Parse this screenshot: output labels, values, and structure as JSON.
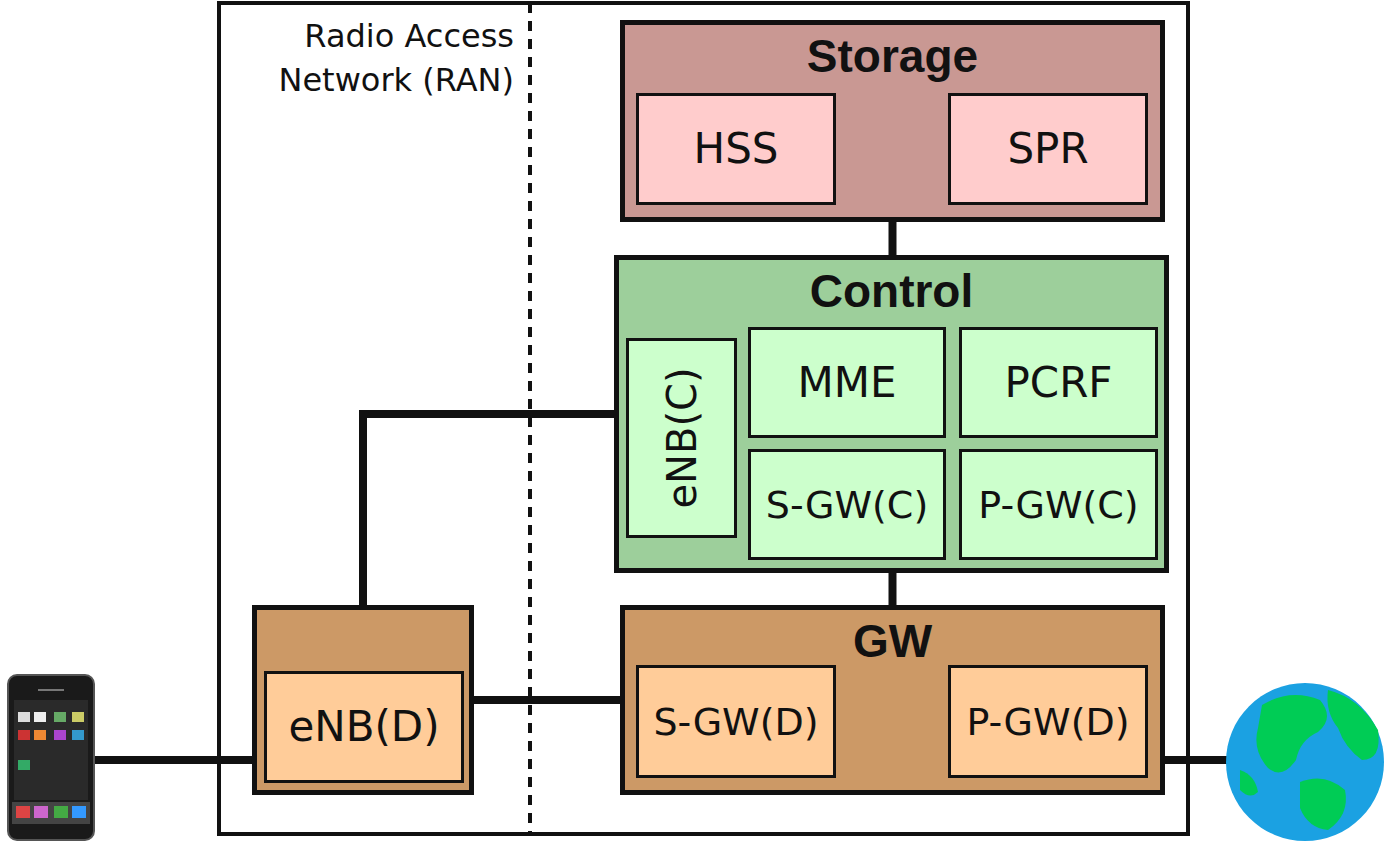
{
  "diagram": {
    "nodes": [
      {
        "text": [
          "Storage"
        ]
      },
      {
        "text": [
          "HSS"
        ],
        "in": 0
      },
      {
        "text": [
          "SPR"
        ],
        "in": 0
      },
      {
        "text": [
          "Control"
        ]
      },
      {
        "text": [
          "eNB(C)"
        ],
        "in": 3
      },
      {
        "text": [
          "MME"
        ],
        "in": 3
      },
      {
        "text": [
          "PCRF"
        ],
        "in": 3
      },
      {
        "text": [
          "S-GW(C)"
        ],
        "in": 3
      },
      {
        "text": [
          "P-GW(C)"
        ],
        "in": 3
      },
      {
        "text": [
          "eNB(D)"
        ]
      },
      {
        "text": [
          "GW"
        ]
      },
      {
        "text": [
          "S-GW(D)"
        ],
        "in": 10
      },
      {
        "text": [
          "P-GW(D)"
        ],
        "in": 10
      }
    ],
    "edges": [
      {
        "from": 0,
        "to": 3,
        "arrow": "none"
      },
      {
        "from": 3,
        "to": 10,
        "arrow": "none"
      },
      {
        "from": 9,
        "to": 3,
        "arrow": "none"
      },
      {
        "from": 9,
        "to": 10,
        "arrow": "none"
      }
    ],
    "labels": [
      "Radio Access Network (RAN)"
    ]
  }
}
